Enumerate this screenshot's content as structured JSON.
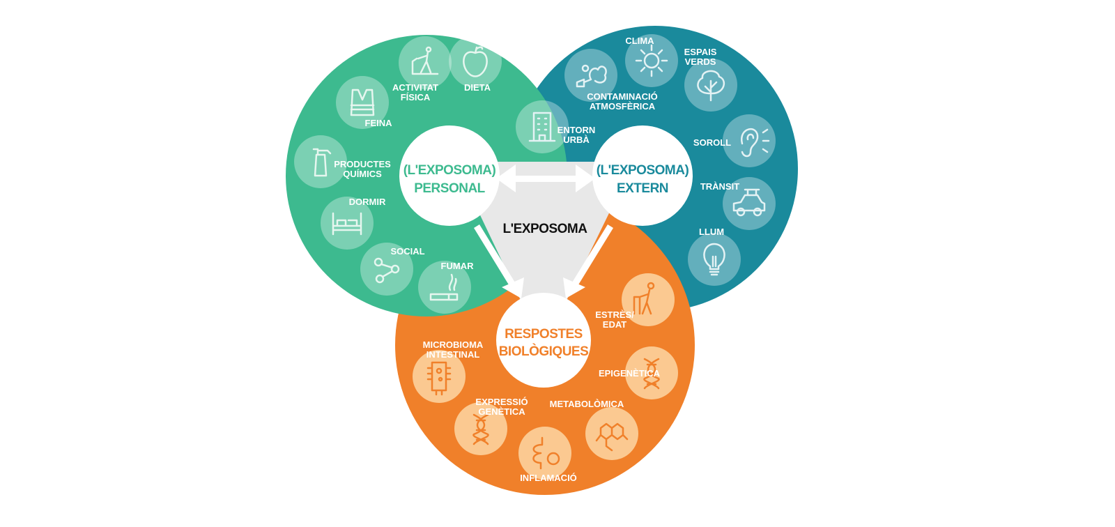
{
  "title": "L'EXPOSOMA",
  "colors": {
    "personal": "#3dba8f",
    "extern": "#1a8a9c",
    "biological": "#f0802a",
    "center": "#e6e6e6"
  },
  "personal": {
    "line1": "(L'EXPOSOMA)",
    "line2": "PERSONAL",
    "items": [
      {
        "l1": "ACTIVITAT",
        "l2": "FÍSICA",
        "icon": "treadmill-icon"
      },
      {
        "l1": "DIETA",
        "l2": "",
        "icon": "apple-icon"
      },
      {
        "l1": "FEINA",
        "l2": "",
        "icon": "safety-vest-icon"
      },
      {
        "l1": "PRODUCTES",
        "l2": "QUÍMICS",
        "icon": "spray-bottle-icon"
      },
      {
        "l1": "DORMIR",
        "l2": "",
        "icon": "bed-icon"
      },
      {
        "l1": "SOCIAL",
        "l2": "",
        "icon": "social-network-icon"
      },
      {
        "l1": "FUMAR",
        "l2": "",
        "icon": "cigarette-icon"
      }
    ]
  },
  "extern": {
    "line1": "(L'EXPOSOMA)",
    "line2": "EXTERN",
    "items": [
      {
        "l1": "CONTAMINACIÓ",
        "l2": "ATMOSFÈRICA",
        "icon": "smoke-icon"
      },
      {
        "l1": "CLIMA",
        "l2": "",
        "icon": "sun-icon"
      },
      {
        "l1": "ESPAIS",
        "l2": "VERDS",
        "icon": "tree-icon"
      },
      {
        "l1": "ENTORN",
        "l2": "URBÀ",
        "icon": "building-icon"
      },
      {
        "l1": "SOROLL",
        "l2": "",
        "icon": "ear-icon"
      },
      {
        "l1": "TRÀNSIT",
        "l2": "",
        "icon": "car-icon"
      },
      {
        "l1": "LLUM",
        "l2": "",
        "icon": "lightbulb-icon"
      }
    ]
  },
  "biological": {
    "line1": "RESPOSTES",
    "line2": "BIOLÒGIQUES",
    "items": [
      {
        "l1": "ESTRÈS/",
        "l2": "EDAT",
        "icon": "elderly-walker-icon"
      },
      {
        "l1": "EPIGENÈTICA",
        "l2": "",
        "icon": "dna-icon"
      },
      {
        "l1": "METABOLÒMICA",
        "l2": "",
        "icon": "molecule-icon"
      },
      {
        "l1": "INFLAMACIÓ",
        "l2": "",
        "icon": "intestine-icon"
      },
      {
        "l1": "EXPRESSIÓ",
        "l2": "GENÈTICA",
        "icon": "dna-strand-icon"
      },
      {
        "l1": "MICROBIOMA",
        "l2": "INTESTINAL",
        "icon": "bacteria-icon"
      }
    ]
  }
}
